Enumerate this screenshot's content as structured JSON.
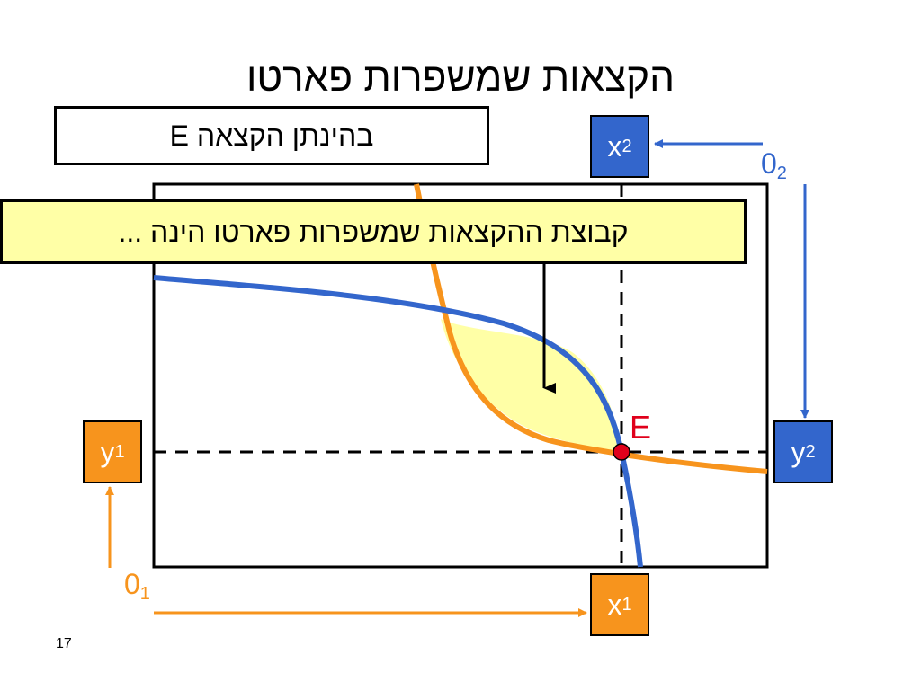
{
  "title": "הקצאות שמשפרות פארטו",
  "given_box": "בהינתן הקצאה E",
  "callout": "קבוצת ההקצאות שמשפרות פארטו הינה ...",
  "axes": {
    "x1": {
      "base": "x",
      "sub": "1"
    },
    "x2": {
      "base": "x",
      "sub": "2"
    },
    "y1": {
      "base": "y",
      "sub": "1"
    },
    "y2": {
      "base": "y",
      "sub": "2"
    }
  },
  "origins": {
    "o1": {
      "base": "0",
      "sub": "1"
    },
    "o2": {
      "base": "0",
      "sub": "2"
    }
  },
  "point_label": "E",
  "page_number": "17",
  "colors": {
    "agent1": "#f7941d",
    "agent2": "#3366cc",
    "highlight": "#ffffa6",
    "point": "#e0001b"
  }
}
